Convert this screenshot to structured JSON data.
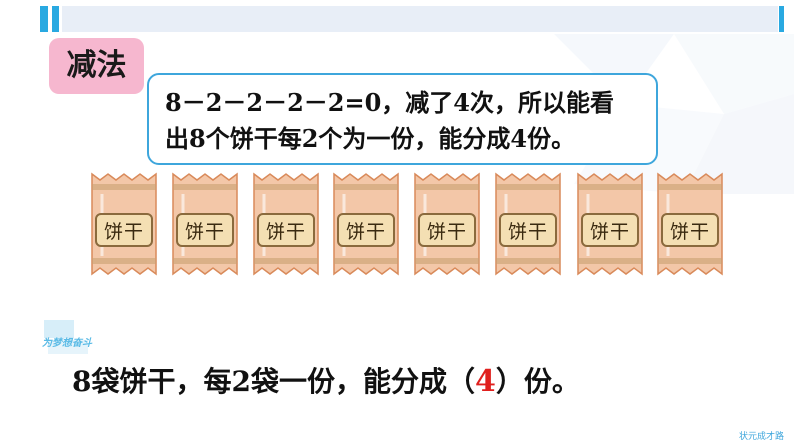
{
  "section_tag": "减法",
  "note": {
    "line1": "8－2－2－2－2=0，减了4次，所以能看",
    "line2": "出8个饼干每2个为一份，能分成4份。"
  },
  "bags": {
    "label": "饼干",
    "count": 8,
    "colors": {
      "wrapper": "#f3c7a8",
      "wrapper_edge": "#d98a5a",
      "stripe": "#c9a071",
      "label_bg": "#f4dfb3",
      "label_border": "#8a6a3d"
    }
  },
  "logo": {
    "text": "为梦想奋斗",
    "icon": "star-logo-icon"
  },
  "answer": {
    "before": "8袋饼干，每2袋一份，能分成（",
    "value": "4",
    "after": "）份。"
  },
  "footer": "状元成才路",
  "colors": {
    "accent_blue": "#29a9e1",
    "tag_pink": "#f6b7cf",
    "answer_red": "#e0201e"
  }
}
